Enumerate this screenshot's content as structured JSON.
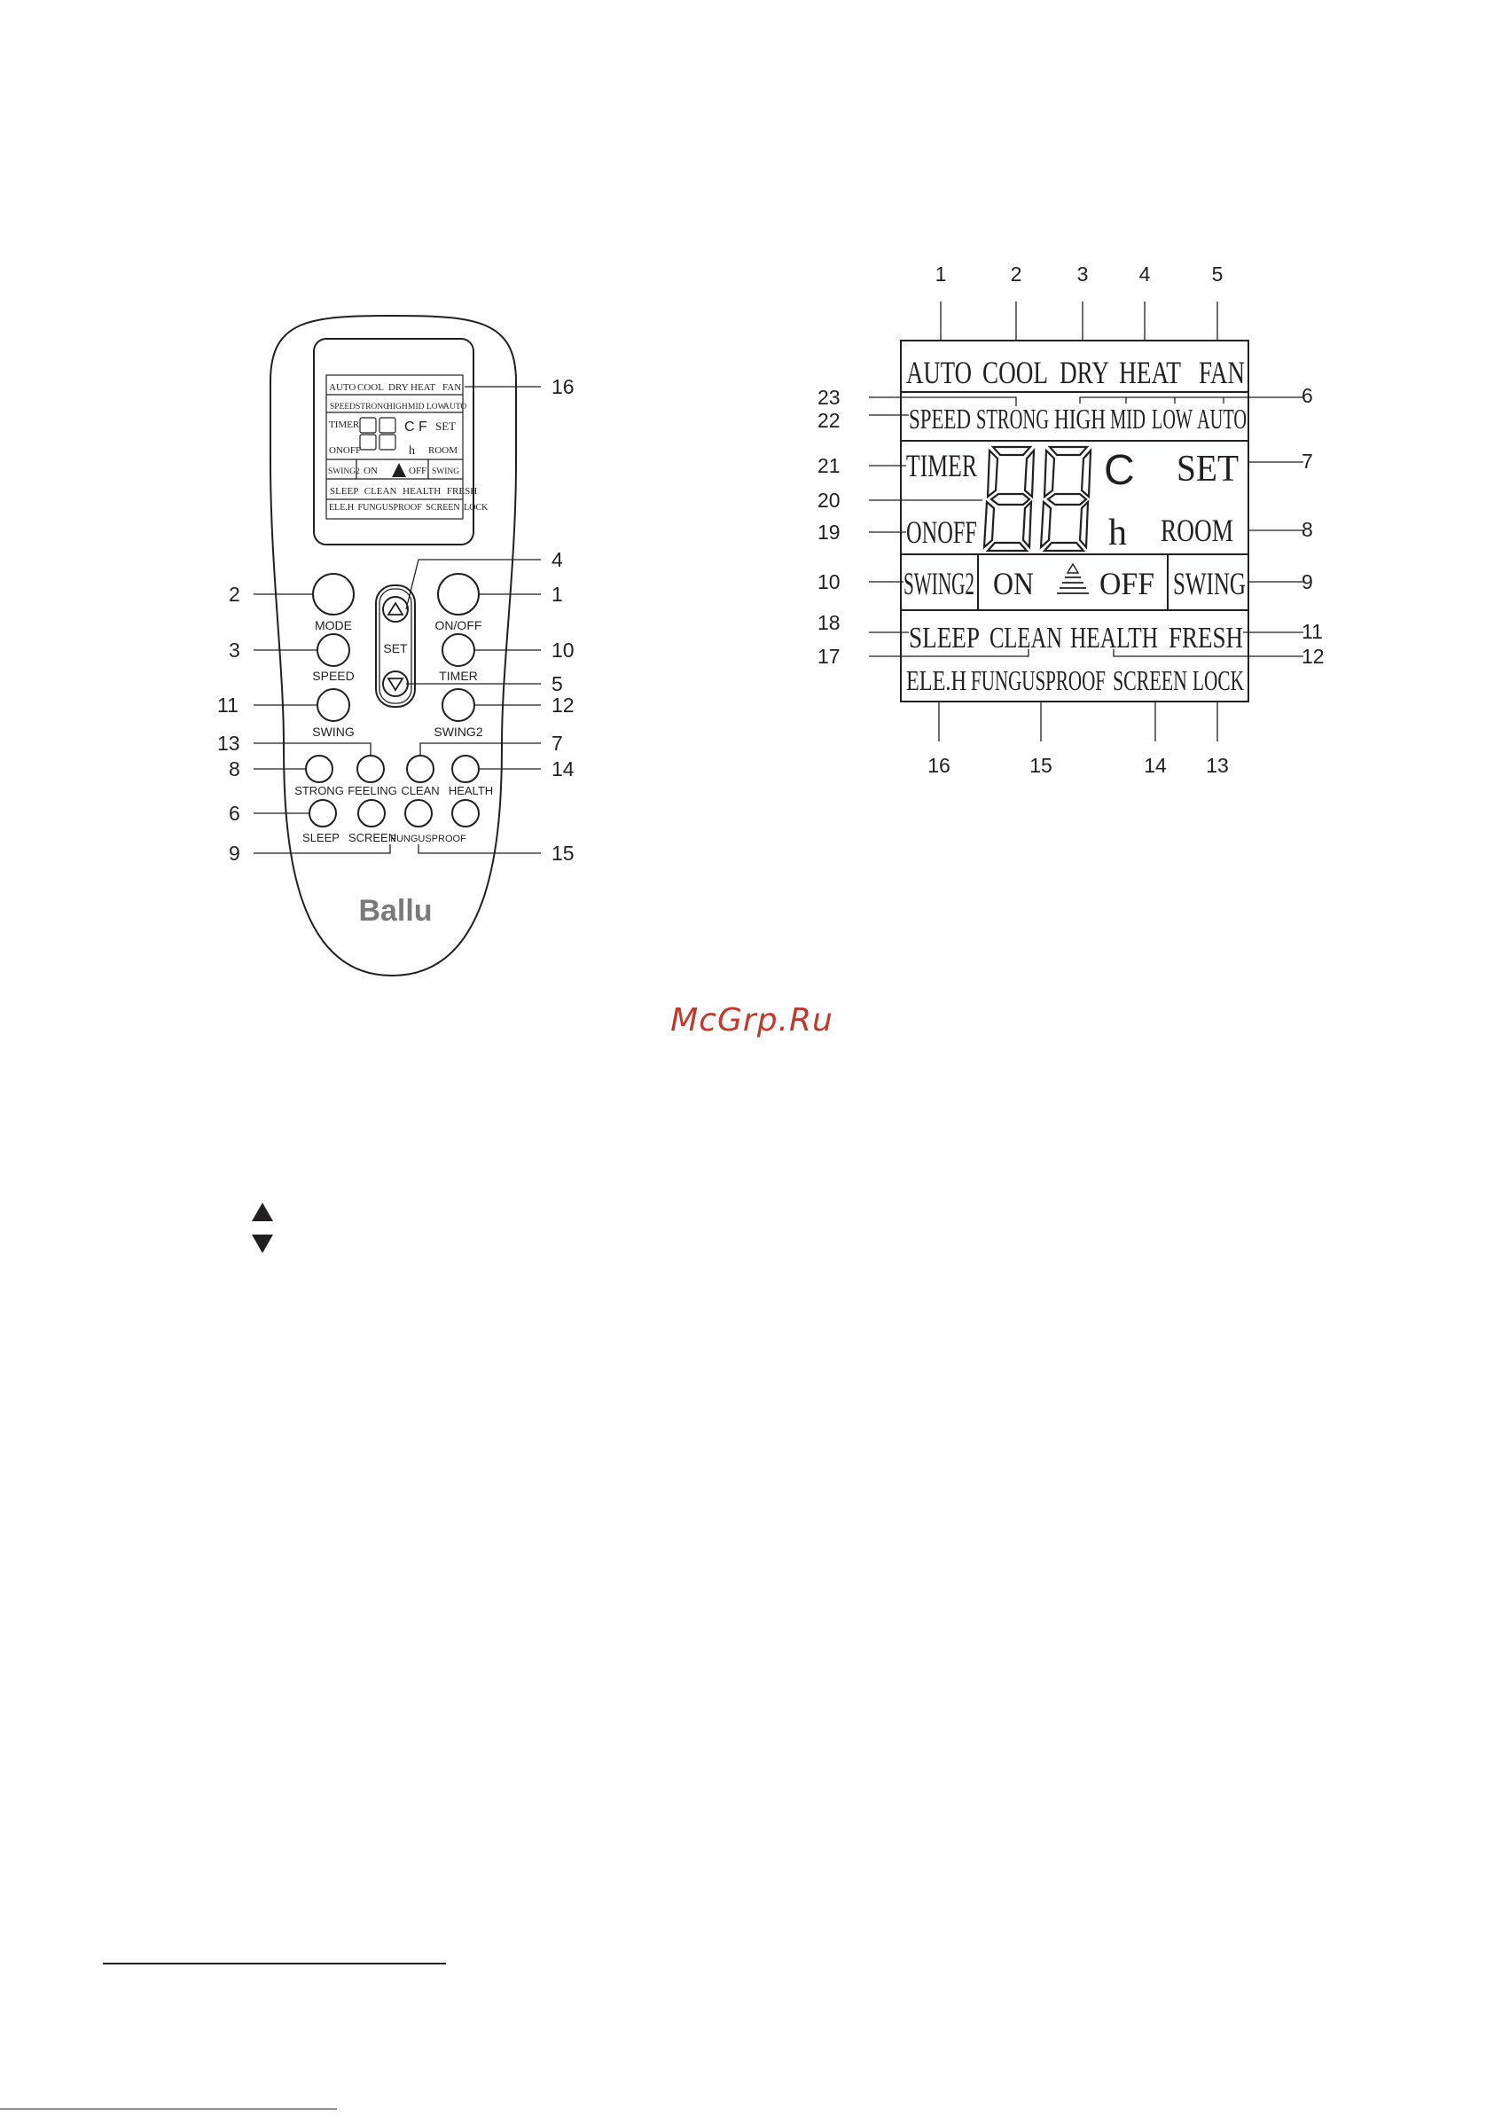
{
  "remote": {
    "brand": "Ballu",
    "screen": {
      "modes": [
        "AUTO",
        "COOL",
        "DRY",
        "HEAT",
        "FAN"
      ],
      "speed": [
        "SPEED",
        "STRONG",
        "HIGH",
        "MID",
        "LOW",
        "AUTO"
      ],
      "timer": "TIMER",
      "onoff": "ONOFF",
      "unit_cf": "C F",
      "set": "SET",
      "hour": "h",
      "room": "ROOM",
      "swing2": "SWING2",
      "on": "ON",
      "off": "OFF",
      "swing": "SWING",
      "row_sleep": [
        "SLEEP",
        "CLEAN",
        "HEALTH",
        "FRESH"
      ],
      "row_eleh": [
        "ELE.H",
        "FUNGUSPROOF",
        "SCREEN",
        "LOCK"
      ]
    },
    "buttons": {
      "mode": "MODE",
      "onoff": "ON/OFF",
      "set": "SET",
      "speed": "SPEED",
      "timer": "TIMER",
      "swing": "SWING",
      "swing2": "SWING2",
      "strong": "STRONG",
      "feeling": "FEELING",
      "clean": "CLEAN",
      "health": "HEALTH",
      "sleep": "SLEEP",
      "screen": "SCREEN",
      "fungusproof": "FUNGUSPROOF"
    },
    "callouts": {
      "c1": "1",
      "c2": "2",
      "c3": "3",
      "c4": "4",
      "c5": "5",
      "c6": "6",
      "c7": "7",
      "c8": "8",
      "c9": "9",
      "c10": "10",
      "c11": "11",
      "c12": "12",
      "c13": "13",
      "c14": "14",
      "c15": "15",
      "c16": "16"
    }
  },
  "display": {
    "modes": [
      "AUTO",
      "COOL",
      "DRY",
      "HEAT",
      "FAN"
    ],
    "speed": [
      "SPEED",
      "STRONG",
      "HIGH",
      "MID",
      "LOW",
      "AUTO"
    ],
    "timer": "TIMER",
    "unit": "C",
    "set": "SET",
    "onoff": "ONOFF",
    "hour": "h",
    "room": "ROOM",
    "swing2": "SWING2",
    "on": "ON",
    "off": "OFF",
    "swing": "SWING",
    "row_sleep": [
      "SLEEP",
      "CLEAN",
      "HEALTH",
      "FRESH"
    ],
    "row_eleh": [
      "ELE.H",
      "FUNGUSPROOF",
      "SCREEN",
      "LOCK"
    ],
    "callouts": {
      "c1": "1",
      "c2": "2",
      "c3": "3",
      "c4": "4",
      "c5": "5",
      "c6": "6",
      "c7": "7",
      "c8": "8",
      "c9": "9",
      "c10": "10",
      "c11": "11",
      "c12": "12",
      "c13": "13",
      "c14": "14",
      "c15": "15",
      "c16": "16",
      "c17": "17",
      "c18": "18",
      "c19": "19",
      "c20": "20",
      "c21": "21",
      "c22": "22",
      "c23": "23"
    }
  },
  "watermark": "McGrp.Ru",
  "arrow_icons": [
    "triangle-up-icon",
    "triangle-down-icon"
  ],
  "colors": {
    "ink": "#231f20",
    "watermark": "#c0392b",
    "logo": "#7a7a7a"
  }
}
